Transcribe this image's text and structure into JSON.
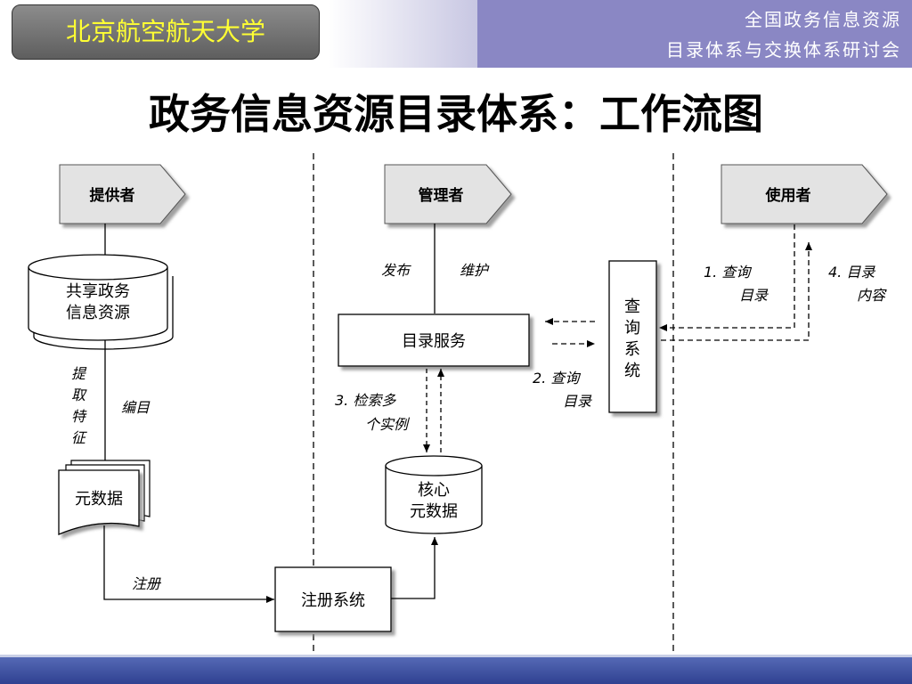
{
  "header": {
    "university": "北京航空航天大学",
    "conference_line1": "全国政务信息资源",
    "conference_line2": "目录体系与交换体系研讨会"
  },
  "title": "政务信息资源目录体系：工作流图",
  "lanes": {
    "provider": "提供者",
    "manager": "管理者",
    "user": "使用者"
  },
  "nodes": {
    "shared_resource_line1": "共享政务",
    "shared_resource_line2": "信息资源",
    "metadata": "元数据",
    "catalog_service": "目录服务",
    "core_metadata_line1": "核心",
    "core_metadata_line2": "元数据",
    "registration_system": "注册系统",
    "query_system_chars": [
      "查",
      "询",
      "系",
      "统"
    ]
  },
  "edge_labels": {
    "extract_features_chars": [
      "提",
      "取",
      "特",
      "征"
    ],
    "catalog": "编目",
    "register": "注册",
    "publish": "发布",
    "maintain": "维护",
    "step3_line1": "3.  检索多",
    "step3_line2": "个实例",
    "step2_line1": "2.  查询",
    "step2_line2": "目录",
    "step1_line1": "1.    查询",
    "step1_line2": "目录",
    "step4_line1": "4.   目录",
    "step4_line2": "内容"
  },
  "colors": {
    "header_right": "#8a87c4",
    "badge_text": "#ffff33",
    "footer": "#2f4191",
    "lane_tag": "#e3e3e3"
  }
}
